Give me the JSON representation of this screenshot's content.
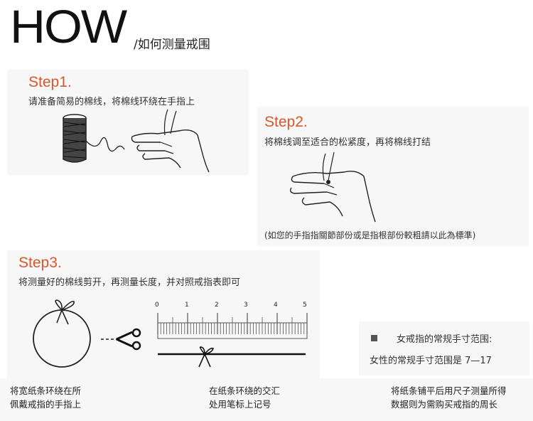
{
  "header": {
    "title": "HOW",
    "subtitle": "/如何测量戒围"
  },
  "step1": {
    "title": "Step1.",
    "desc": "请准备简易的棉线，将棉线环绕在手指上"
  },
  "step2": {
    "title": "Step2.",
    "desc": "将棉线调至适合的松紧度，再将棉线打结",
    "note": "(如您的手指指關節部份或是指根部份較粗請以此為標準)"
  },
  "step3": {
    "title": "Step3.",
    "desc": "将测量好的棉线剪开，再测量长度，并对照戒指表即可"
  },
  "ruler": {
    "ticks": [
      "0",
      "1",
      "2",
      "3",
      "4",
      "5"
    ]
  },
  "size_info": {
    "title": "女戒指的常规手寸范围:",
    "range": "女性的常规手寸范围是 7—17"
  },
  "captions": {
    "left": [
      "将宽纸条环绕在所",
      "佩戴戒指的手指上"
    ],
    "middle": [
      "在纸条环绕的交汇",
      "处用笔标上记号"
    ],
    "right": [
      "将纸条铺平后用尺子测量所得",
      "数据则为需购买戒指的周长"
    ]
  },
  "colors": {
    "accent": "#d9562a",
    "text": "#222222",
    "strip": "#f7f7f7"
  }
}
